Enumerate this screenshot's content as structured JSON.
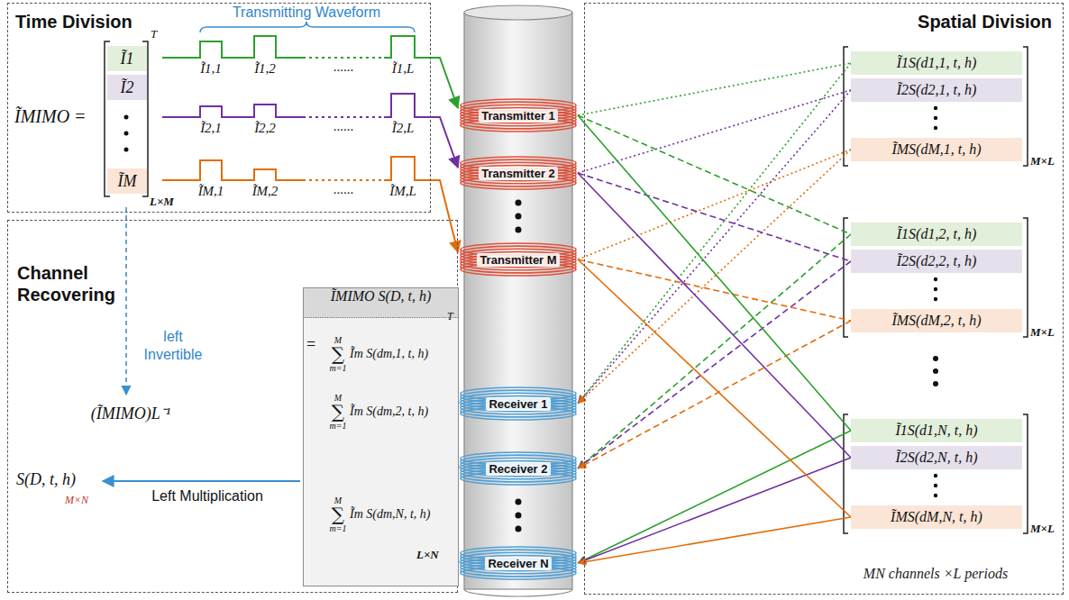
{
  "diagram": {
    "nodes": [
      {
        "text": [
          "Time Division"
        ]
      },
      {
        "text": [
          "Ĩ1"
        ],
        "in": 0
      },
      {
        "text": [
          "Ĩ2"
        ],
        "in": 0
      },
      {
        "text": [
          "ĨM"
        ],
        "in": 0
      },
      {
        "text": [
          "Channel Recovering"
        ]
      },
      {
        "text": [
          "ĨMIMO S(D, t, h)"
        ],
        "in": 4
      },
      {
        "text": [
          "M",
          "∑",
          "m=1",
          "Ĩm S(dm,1, t, h)"
        ],
        "in": 5
      },
      {
        "text": [
          "M",
          "∑",
          "m=1",
          "Ĩm S(dm,2, t, h)"
        ],
        "in": 5
      },
      {
        "text": [
          "M",
          "∑",
          "m=1",
          "Ĩm S(dm,N, t, h)"
        ],
        "in": 5
      },
      {
        "text": [
          "Transmitter 1"
        ]
      },
      {
        "text": [
          "Transmitter 2"
        ]
      },
      {
        "text": [
          "Transmitter M"
        ]
      },
      {
        "text": [
          "Receiver 1"
        ]
      },
      {
        "text": [
          "Receiver 2"
        ]
      },
      {
        "text": [
          "Receiver N"
        ]
      },
      {
        "text": [
          "Spatial Division"
        ]
      },
      {
        "text": [
          "M×L"
        ],
        "in": 15
      },
      {
        "text": [
          "Ĩ1S(d1,1, t, h)"
        ],
        "in": 16
      },
      {
        "text": [
          "Ĩ2S(d2,1, t, h)"
        ],
        "in": 16
      },
      {
        "text": [
          "ĨMS(dM,1, t, h)"
        ],
        "in": 16
      },
      {
        "text": [
          "M×L"
        ],
        "in": 15
      },
      {
        "text": [
          "Ĩ1S(d1,2, t, h)"
        ],
        "in": 20
      },
      {
        "text": [
          "Ĩ2S(d2,2, t, h)"
        ],
        "in": 20
      },
      {
        "text": [
          "ĨMS(dM,2, t, h)"
        ],
        "in": 20
      },
      {
        "text": [
          "M×L"
        ],
        "in": 15
      },
      {
        "text": [
          "Ĩ1S(d1,N, t, h)"
        ],
        "in": 24
      },
      {
        "text": [
          "Ĩ2S(d2,N, t, h)"
        ],
        "in": 24
      },
      {
        "text": [
          "ĨMS(dM,N, t, h)"
        ],
        "in": 24
      }
    ],
    "edges": [
      {
        "from": 9,
        "to": 17,
        "arrow": "none"
      },
      {
        "from": 17,
        "to": 12,
        "arrow": "to"
      },
      {
        "from": 10,
        "to": 18,
        "arrow": "none"
      },
      {
        "from": 18,
        "to": 12,
        "arrow": "to"
      },
      {
        "from": 11,
        "to": 19,
        "arrow": "none"
      },
      {
        "from": 19,
        "to": 12,
        "arrow": "to"
      },
      {
        "from": 9,
        "to": 21,
        "arrow": "none"
      },
      {
        "from": 21,
        "to": 13,
        "arrow": "to"
      },
      {
        "from": 10,
        "to": 22,
        "arrow": "none"
      },
      {
        "from": 22,
        "to": 13,
        "arrow": "to"
      },
      {
        "from": 11,
        "to": 23,
        "arrow": "none"
      },
      {
        "from": 23,
        "to": 13,
        "arrow": "to"
      },
      {
        "from": 9,
        "to": 25,
        "arrow": "none"
      },
      {
        "from": 25,
        "to": 14,
        "arrow": "to"
      },
      {
        "from": 10,
        "to": 26,
        "arrow": "none"
      },
      {
        "from": 26,
        "to": 14,
        "arrow": "to"
      },
      {
        "from": 11,
        "to": 27,
        "arrow": "none"
      },
      {
        "from": 27,
        "to": 14,
        "arrow": "to"
      },
      {
        "from": 12,
        "to": 6,
        "arrow": "to"
      },
      {
        "from": 13,
        "to": 7,
        "arrow": "to"
      },
      {
        "from": 14,
        "to": 8,
        "arrow": "to"
      }
    ],
    "labels": [
      "Transmitting Waveform",
      "ĨMIMO =",
      "T",
      "L×M",
      "Ĩ1,1",
      "Ĩ1,2",
      "......",
      "Ĩ1,L",
      "Ĩ2,1",
      "Ĩ2,2",
      "......",
      "Ĩ2,L",
      "ĨM,1",
      "ĨM,2",
      "......",
      "ĨM,L",
      "left Invertible",
      "(ĨMIMO)L⁻¹",
      "Left Multiplication",
      "S(D, t, h)",
      "M×N",
      "=",
      "T",
      "L×N",
      "MN channels ×L periods"
    ]
  }
}
